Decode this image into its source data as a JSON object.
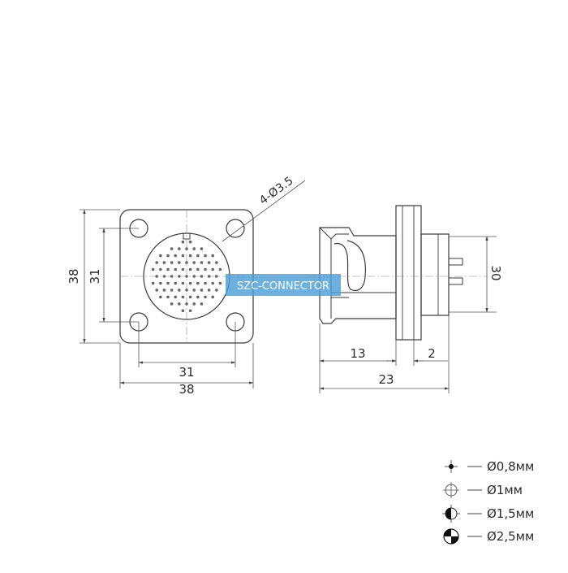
{
  "watermark": {
    "text": "SZC-CONNECTOR",
    "color": "#4a9fd8"
  },
  "front_view": {
    "hole_callout": "4-Ø3.5",
    "dim_height_outer": "38",
    "dim_height_inner": "31",
    "dim_width_inner": "31",
    "dim_width_outer": "38"
  },
  "side_view": {
    "dim_height": "30",
    "dim_body_length": "13",
    "dim_flange_offset": "2",
    "dim_total_length": "23"
  },
  "legend": [
    {
      "symbol": "pin-dot-icon",
      "label": "Ø0,8мм"
    },
    {
      "symbol": "crosshair-circle-icon",
      "label": "Ø1мм"
    },
    {
      "symbol": "half-filled-circle-icon",
      "label": "Ø1,5мм"
    },
    {
      "symbol": "quarter-filled-circle-icon",
      "label": "Ø2,5мм"
    }
  ]
}
